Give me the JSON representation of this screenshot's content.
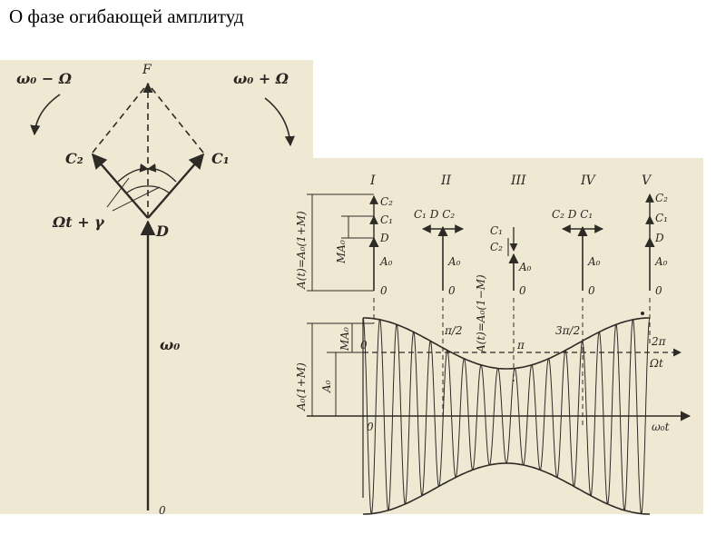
{
  "page_title": "О фазе огибающей амплитуд",
  "vector_diagram": {
    "label_top": "F",
    "label_left_rotation": "ω₀ − Ω",
    "label_right_rotation": "ω₀ + Ω",
    "label_c2": "C₂",
    "label_c1": "C₁",
    "label_d": "D",
    "label_phase": "Ωt + γ",
    "label_omega0": "ω₀",
    "label_origin": "0"
  },
  "phase_diagram": {
    "roman_numerals": [
      "I",
      "II",
      "III",
      "IV",
      "V"
    ],
    "col1": {
      "c2": "C₂",
      "c1": "C₁",
      "d": "D",
      "a0": "A₀",
      "zero": "0"
    },
    "col2": {
      "top": "C₁ D C₂",
      "a0": "A₀",
      "zero": "0"
    },
    "col3": {
      "c1": "C₁",
      "c2": "C₂",
      "a0": "A₀",
      "zero": "0"
    },
    "col4": {
      "top": "C₂ D C₁",
      "a0": "A₀",
      "zero": "0"
    },
    "col5": {
      "c2": "C₂",
      "c1": "C₁",
      "d": "D",
      "a0": "A₀",
      "zero": "0"
    },
    "left_formula": "A(t)=A₀(1+M)",
    "ma0_upper": "MA₀",
    "middle_formula": "A(t)=A₀(1−M)",
    "envelope_axis": {
      "zero": "0",
      "pi_half": "π/2",
      "pi": "π",
      "three_pi_half": "3π/2",
      "two_pi": "2π",
      "omega_t": "Ωt",
      "omega_label": "ω₀t",
      "origin_zero": "0"
    },
    "left_amplitude_label": "A₀(1+M)",
    "a0_label": "A₀",
    "ma0_lower": "MA₀"
  }
}
